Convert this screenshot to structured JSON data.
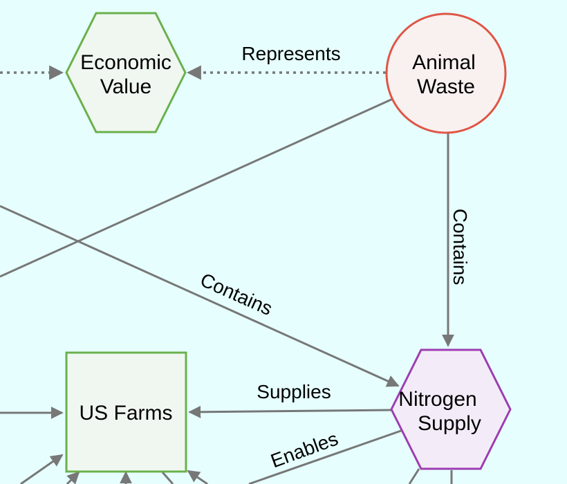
{
  "nodes": {
    "economic_value": {
      "line1": "Economic",
      "line2": "Value",
      "stroke": "#6ab04c",
      "fill": "#f0f7f0"
    },
    "animal_waste": {
      "line1": "Animal",
      "line2": "Waste",
      "stroke": "#e05545",
      "fill": "#f8f1f0"
    },
    "us_farms": {
      "label": "US Farms",
      "stroke": "#6ab04c",
      "fill": "#f0f7f0"
    },
    "nitrogen_supply": {
      "line1": "Nitrogen",
      "line2": "Supply",
      "stroke": "#9c3db0",
      "fill": "#f3ecf8"
    }
  },
  "edges": {
    "represents": "Represents",
    "contains_vertical": "Contains",
    "contains_diagonal": "Contains",
    "supplies": "Supplies",
    "enables": "Enables"
  },
  "colors": {
    "background": "#e6fffe",
    "edge": "#777777"
  }
}
